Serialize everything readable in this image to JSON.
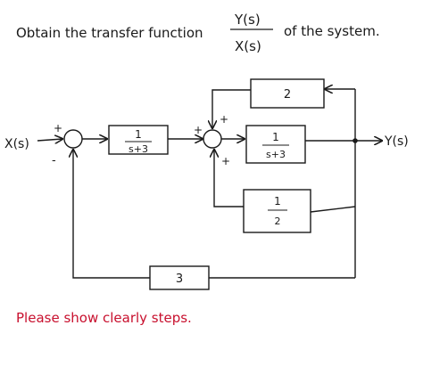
{
  "prompt": {
    "lead": "Obtain the transfer function",
    "numerator": "Y(s)",
    "denominator": "X(s)",
    "tail": "of the system."
  },
  "note": "Please show clearly steps.",
  "note_color": "#c8102e",
  "signals": {
    "input": "X(s)",
    "output": "Y(s)"
  },
  "summer1_signs": {
    "input": "+",
    "feedback": "-"
  },
  "summer2_signs": {
    "forward": "+",
    "top": "+",
    "bottom": "+"
  },
  "blocks": {
    "forward1": {
      "num": "1",
      "den": "s+3"
    },
    "forward2": {
      "num": "1",
      "den": "s+3"
    },
    "top_feedback": {
      "value": "2"
    },
    "bottom_feedback": {
      "num": "1",
      "den": "2"
    },
    "outer_feedback": {
      "value": "3"
    }
  }
}
